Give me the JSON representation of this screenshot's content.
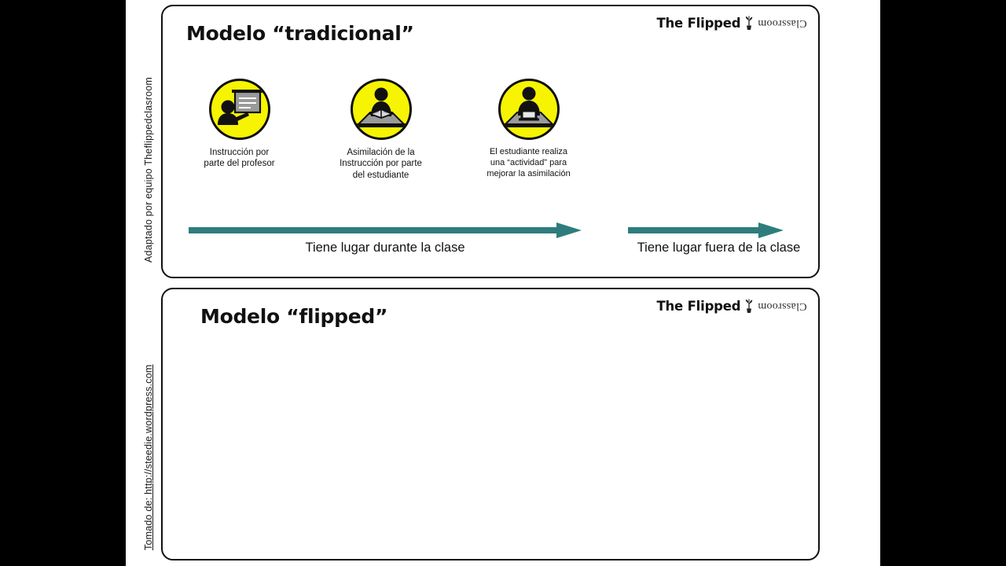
{
  "slide": {
    "background_color": "#ffffff",
    "letterbox_color": "#000000",
    "accent_arrow_color": "#2e7d7d",
    "badge_color": "#f6f400"
  },
  "credits": {
    "top": "Adaptado por equipo Theflippedclasroom",
    "bottom": "Tomado de: http://steedie.wordpress.com"
  },
  "brand": {
    "word_one": "The Flipped",
    "word_two": "Classroom",
    "mark_icon": "sprout-plant-icon"
  },
  "panels": [
    {
      "id": "traditional",
      "title": "Modelo “tradicional”",
      "steps": [
        {
          "icon": "teacher-at-whiteboard-icon",
          "caption": "Instrucción por\nparte del profesor"
        },
        {
          "icon": "student-reading-book-icon",
          "caption": "Asimilación de la\nInstrucción por parte\ndel estudiante"
        },
        {
          "icon": "student-at-laptop-icon",
          "caption": "El estudiante realiza\nuna  “actividad”  para\nmejorar la asimilación"
        }
      ],
      "arrows": [
        {
          "id": "in-class",
          "label": "Tiene lugar durante la clase"
        },
        {
          "id": "out-of-class",
          "label": "Tiene lugar fuera de la clase"
        }
      ]
    },
    {
      "id": "flipped",
      "title": "Modelo “flipped”",
      "steps": [],
      "arrows": []
    }
  ]
}
